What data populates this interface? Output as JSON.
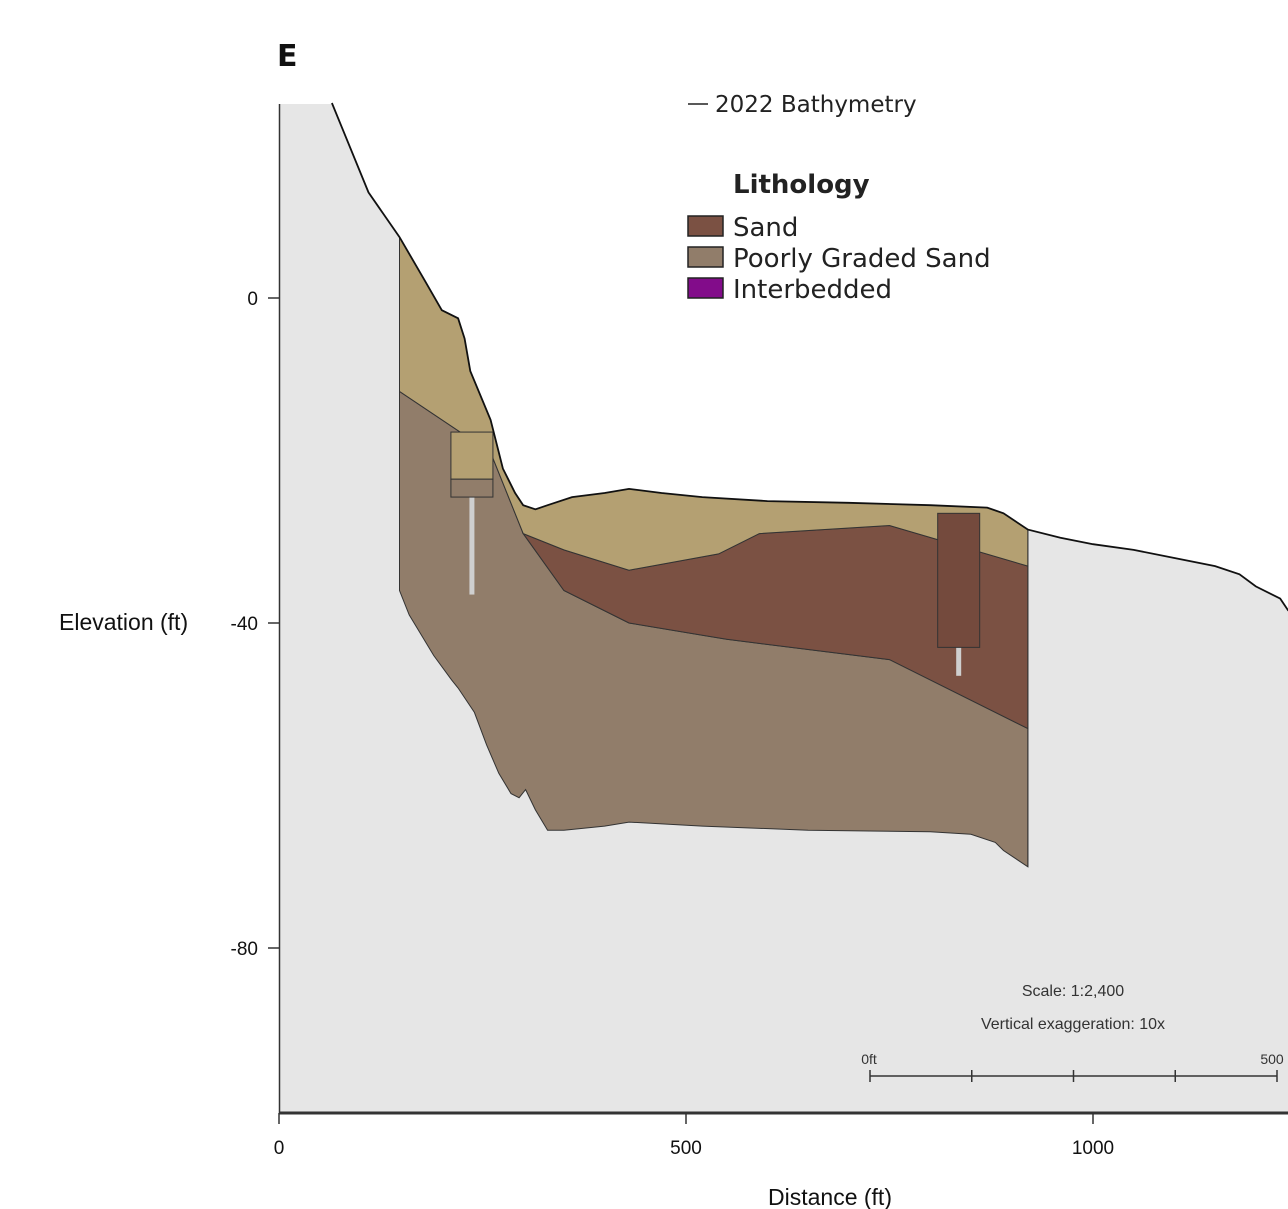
{
  "panel_label": "E",
  "chart_data": {
    "type": "area",
    "title": "",
    "xlabel": "Distance (ft)",
    "ylabel": "Elevation (ft)",
    "xlim": [
      0,
      1240
    ],
    "ylim": [
      -100,
      24
    ],
    "x_ticks": [
      0,
      500,
      1000
    ],
    "y_ticks": [
      0,
      -40,
      -80
    ],
    "x_tick_labels": [
      "0",
      "500",
      "1000"
    ],
    "y_tick_labels": [
      "0",
      "-40",
      "-80"
    ],
    "grid": false,
    "colors": {
      "background_fill": "#e6e6e6",
      "upper_layer": "#b4a072",
      "sand": "#7b5143",
      "poorly_graded_sand": "#917d6a",
      "interbedded": "#820c8a",
      "boring_stick": "#cfcfcf"
    },
    "bathymetry": {
      "name": "2022 Bathymetry",
      "x": [
        65,
        110,
        148,
        180,
        200,
        220,
        228,
        235,
        260,
        275,
        290,
        300,
        315,
        330,
        360,
        400,
        430,
        470,
        520,
        600,
        700,
        800,
        870,
        890,
        920,
        960,
        1000,
        1050,
        1100,
        1150,
        1180,
        1200,
        1230,
        1240
      ],
      "y": [
        24,
        13,
        7.5,
        2,
        -1.5,
        -2.5,
        -5,
        -9,
        -15,
        -21,
        -24,
        -25.5,
        -26,
        -25.5,
        -24.5,
        -24,
        -23.5,
        -24,
        -24.5,
        -25,
        -25.2,
        -25.5,
        -25.8,
        -26.5,
        -28.5,
        -29.5,
        -30.3,
        -31,
        -32,
        -33,
        -34,
        -35.5,
        -37,
        -38.5
      ]
    },
    "upper_layer_base": {
      "x": [
        148,
        260,
        300,
        350,
        430,
        540,
        590,
        750,
        920
      ],
      "y": [
        -11.5,
        -19,
        -29,
        -31,
        -33.5,
        -31.5,
        -29,
        -28,
        -33
      ]
    },
    "sand_layer_base": {
      "x": [
        300,
        350,
        430,
        550,
        750,
        920
      ],
      "y": [
        -29,
        -36,
        -40,
        -42,
        -44.5,
        -53
      ]
    },
    "poorly_graded_sand_base": {
      "x": [
        148,
        160,
        172,
        190,
        212,
        220,
        240,
        255,
        270,
        285,
        295,
        303,
        315,
        330,
        350,
        400,
        430,
        520,
        650,
        800,
        850,
        880,
        890,
        920
      ],
      "y": [
        -36,
        -39,
        -41,
        -44,
        -47,
        -48,
        -51,
        -55,
        -58.5,
        -61,
        -61.5,
        -60.5,
        -63,
        -65.5,
        -65.5,
        -65,
        -64.5,
        -65,
        -65.5,
        -65.7,
        -66,
        -67,
        -68,
        -70
      ]
    },
    "section_right_edge_x": 920,
    "legend": {
      "bathymetry_label": "2022 Bathymetry",
      "title": "Lithology",
      "items": [
        {
          "label": "Sand",
          "color": "#7b5143"
        },
        {
          "label": "Poorly Graded Sand",
          "color": "#917d6a"
        },
        {
          "label": "Interbedded",
          "color": "#820c8a"
        }
      ]
    },
    "borings": [
      {
        "x": 237,
        "segments": [
          {
            "top": -16.5,
            "bottom": -22.3,
            "color": "#b4a072"
          },
          {
            "top": -22.3,
            "bottom": -24.5,
            "color": "#917d6a"
          }
        ],
        "stick_bottom": -36.5
      },
      {
        "x": 835,
        "segments": [
          {
            "top": -26.5,
            "bottom": -43,
            "color": "#744a3d"
          }
        ],
        "stick_bottom": -46.5
      }
    ],
    "scale": {
      "scale_text": "Scale: 1:2,400",
      "exaggeration_text": "Vertical exaggeration: 10x",
      "start_label": "0ft",
      "end_label": "500",
      "divisions": 4
    }
  }
}
